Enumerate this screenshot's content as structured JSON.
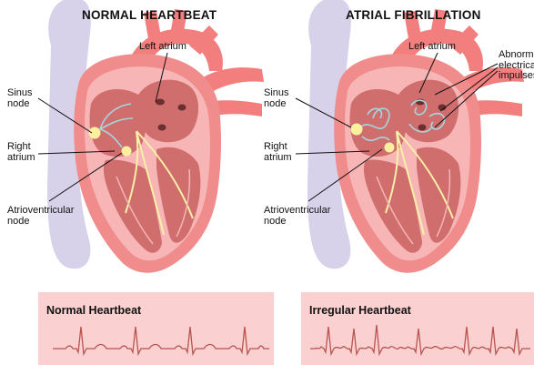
{
  "left_panel": {
    "title": "NORMAL HEARTBEAT",
    "labels": {
      "left_atrium": "Left atrium",
      "sinus_node": [
        "Sinus",
        "node"
      ],
      "right_atrium": [
        "Right",
        "atrium"
      ],
      "av_node": [
        "Atrioventricular",
        "node"
      ]
    },
    "ecg_title": "Normal Heartbeat"
  },
  "right_panel": {
    "title": "ATRIAL FIBRILLATION",
    "labels": {
      "left_atrium": "Left atrium",
      "abnormal_impulses": [
        "Abnormal",
        "electrical",
        "impulses"
      ],
      "sinus_node": [
        "Sinus",
        "node"
      ],
      "right_atrium": [
        "Right",
        "atrium"
      ],
      "av_node": [
        "Atrioventricular",
        "node"
      ]
    },
    "ecg_title": "Irregular Heartbeat"
  },
  "colors": {
    "heart_outer": "#f08c8c",
    "heart_inner": "#f7b5b5",
    "chamber": "#d06e6e",
    "vessel": "#f27e7e",
    "vein_purple": "#d7d2ea",
    "node": "#faf0a0",
    "impulse": "#a6d6e0",
    "ecg_panel": "#fbd0d0",
    "ecg_line": "#b85450"
  }
}
